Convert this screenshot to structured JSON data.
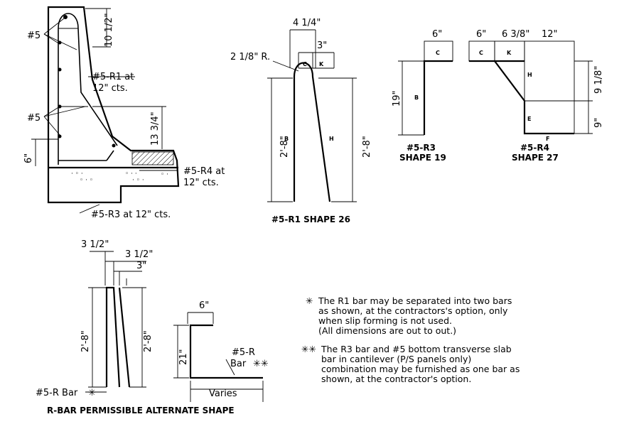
{
  "barrier": {
    "label_5_top": "#5",
    "label_5_mid": "#5",
    "r1_label_1": "#5-R1 at",
    "r1_label_2": "12\" cts.",
    "r4_label_1": "#5-R4 at",
    "r4_label_2": "12\" cts.",
    "r3_label": "#5-R3 at 12\" cts.",
    "dim_top": "10 1/2\"",
    "dim_mid": "13 3/4\"",
    "dim_bottom": "6\""
  },
  "shape26": {
    "dim_top": "4 1/4\"",
    "dim_3": "3\"",
    "radius": "2 1/8\" R.",
    "seg_c": "C",
    "seg_k": "K",
    "seg_b": "B",
    "seg_h": "H",
    "dim_left": "2'-8\"",
    "dim_right": "2'-8\"",
    "caption": "#5-R1 SHAPE 26"
  },
  "shape19": {
    "dim_top": "6\"",
    "seg_c": "C",
    "seg_b": "B",
    "dim_left": "19\"",
    "caption_1": "#5-R3",
    "caption_2": "SHAPE 19"
  },
  "shape27": {
    "dim_6": "6\"",
    "dim_6_3_8": "6 3/8\"",
    "dim_12": "12\"",
    "seg_c": "C",
    "seg_k": "K",
    "seg_h": "H",
    "seg_e": "E",
    "seg_f": "F",
    "dim_right_top": "9 1/8\"",
    "dim_right_bottom": "9\"",
    "caption_1": "#5-R4",
    "caption_2": "SHAPE 27"
  },
  "rbar": {
    "dim_3a": "3 1/2\"",
    "dim_3b": "3 1/2\"",
    "dim_3": "3\"",
    "dim_left": "2'-8\"",
    "dim_right": "2'-8\"",
    "bar_label": "#5-R Bar",
    "caption": "R-BAR PERMISSIBLE ALTERNATE SHAPE"
  },
  "rshape": {
    "dim_6": "6\"",
    "dim_21": "21\"",
    "bar_label_1": "#5-R",
    "bar_label_2": "Bar",
    "varies": "Varies"
  },
  "notes": {
    "note1": [
      "The R1 bar may be separated into two bars",
      "as shown, at the contractors's option, only",
      "when slip forming is not used.",
      "(All dimensions are out to out.)"
    ],
    "note2": [
      "The R3 bar and #5 bottom transverse slab",
      "bar in cantilever (P/S panels only)",
      "combination may be furnished as one bar as",
      "shown, at the contractor's option."
    ]
  }
}
